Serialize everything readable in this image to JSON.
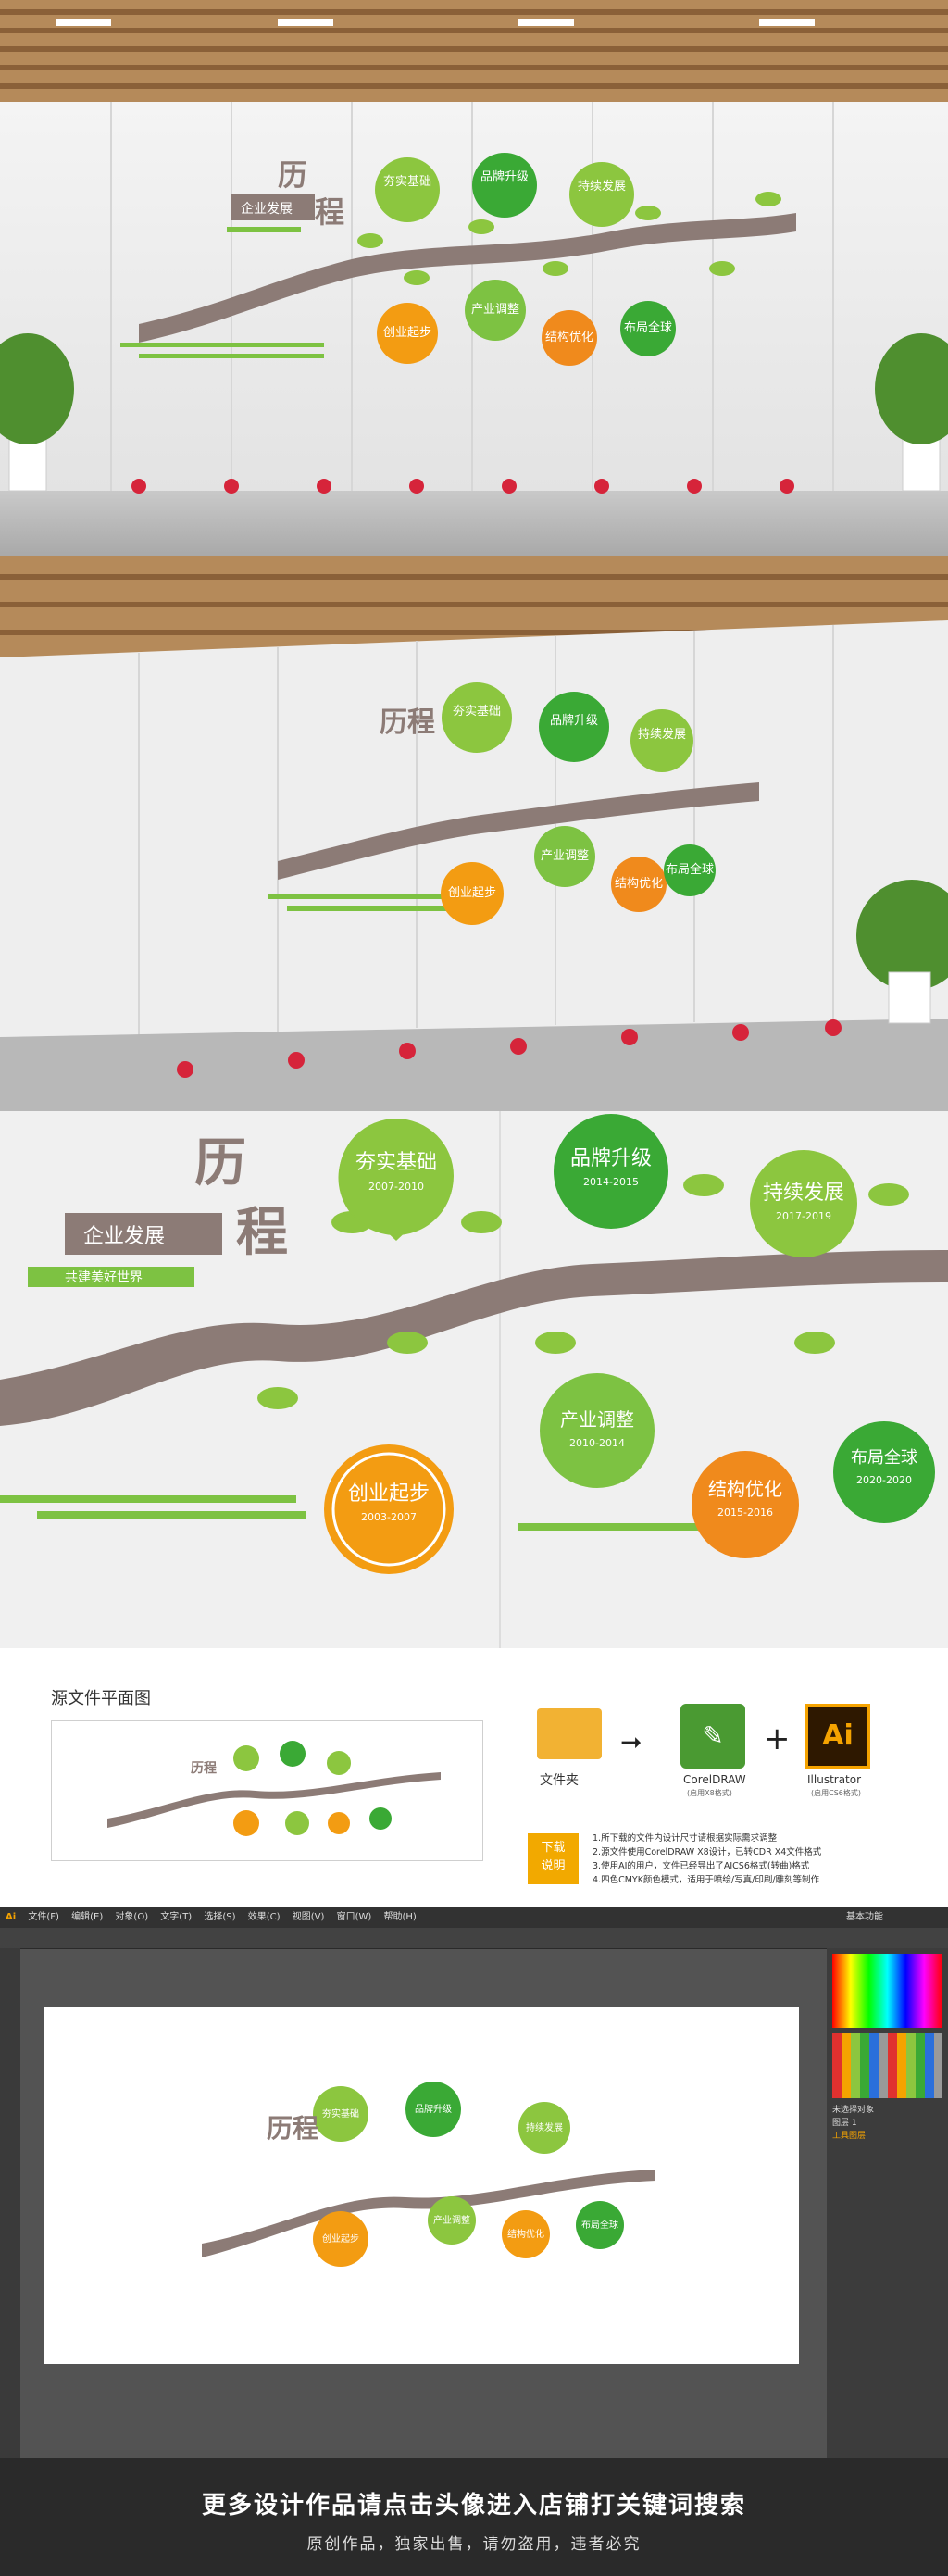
{
  "wall": {
    "title_big": "历程",
    "title_char1": "历",
    "title_char2": "程",
    "subtitle": "企业发展",
    "slogan": "共建美好世界"
  },
  "stages": [
    {
      "title": "夯实基础",
      "years": "2007-2010",
      "color": "#8cc63f"
    },
    {
      "title": "品牌升级",
      "years": "2014-2015",
      "color": "#3aa935"
    },
    {
      "title": "持续发展",
      "years": "2017-2019",
      "color": "#8cc63f"
    },
    {
      "title": "创业起步",
      "years": "2003-2007",
      "color": "#f39c12"
    },
    {
      "title": "产业调整",
      "years": "2010-2014",
      "color": "#7dc242"
    },
    {
      "title": "结构优化",
      "years": "2015-2016",
      "color": "#f08a1c"
    },
    {
      "title": "布局全球",
      "years": "2020-2020",
      "color": "#3aa935"
    }
  ],
  "source_section": {
    "heading": "源文件平面图",
    "folder_label": "文件夹",
    "coreldraw_label": "CorelDRAW",
    "coreldraw_note": "(启用X8格式)",
    "ai_glyph": "Ai",
    "illustrator_label": "Illustrator",
    "illustrator_note": "(启用CS6格式)",
    "badge_line1": "下载",
    "badge_line2": "说明",
    "notes": [
      "1.所下载的文件内设计尺寸请根据实际需求调整",
      "2.源文件使用CorelDRAW X8设计，已转CDR X4文件格式",
      "3.使用AI的用户，文件已经导出了AICS6格式(转曲)格式",
      "4.四色CMYK颜色模式，适用于喷绘/写真/印刷/雕刻等制作"
    ]
  },
  "editor": {
    "app_logo": "Ai",
    "menu": [
      "文件(F)",
      "编辑(E)",
      "对象(O)",
      "文字(T)",
      "选择(S)",
      "效果(C)",
      "视图(V)",
      "窗口(W)",
      "帮助(H)"
    ],
    "workspace": "基本功能",
    "layers": [
      "未选择对象",
      "图层 1",
      "工具图层"
    ]
  },
  "footer": {
    "line1": "更多设计作品请点击头像进入店铺打关键词搜索",
    "line2": "原创作品，独家出售，请勿盗用，违者必究"
  }
}
